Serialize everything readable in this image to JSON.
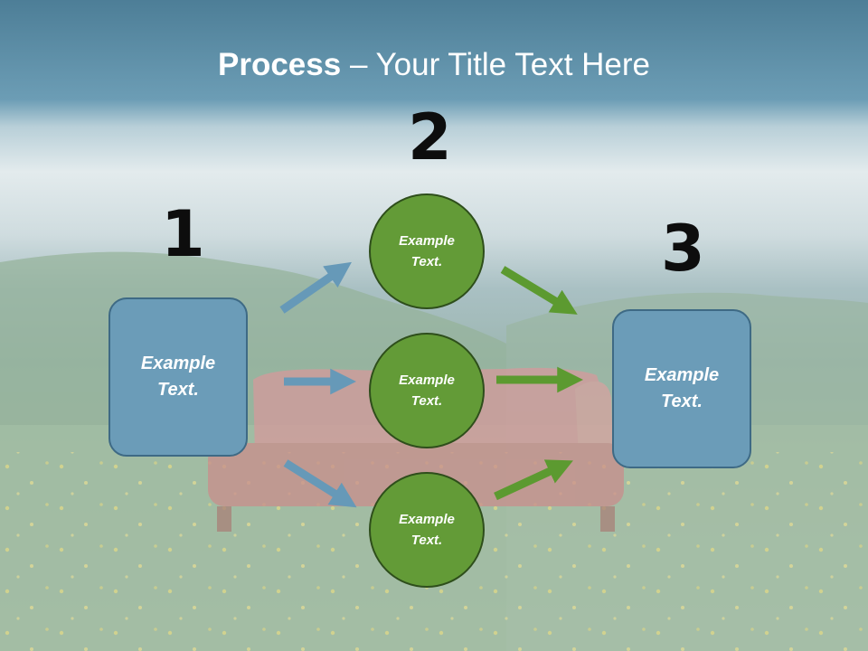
{
  "title": {
    "bold": "Process",
    "rest": " – Your Title Text Here"
  },
  "steps": [
    {
      "number": "1"
    },
    {
      "number": "2"
    },
    {
      "number": "3"
    }
  ],
  "left_box": {
    "text": "Example\nText."
  },
  "right_box": {
    "text": "Example\nText."
  },
  "circles": [
    {
      "text": "Example\nText."
    },
    {
      "text": "Example\nText."
    },
    {
      "text": "Example\nText."
    }
  ],
  "colors": {
    "blue_box": "#6b9cb8",
    "blue_arrow": "#6699b8",
    "green": "#639b37",
    "green_arrow": "#5c9a30"
  }
}
